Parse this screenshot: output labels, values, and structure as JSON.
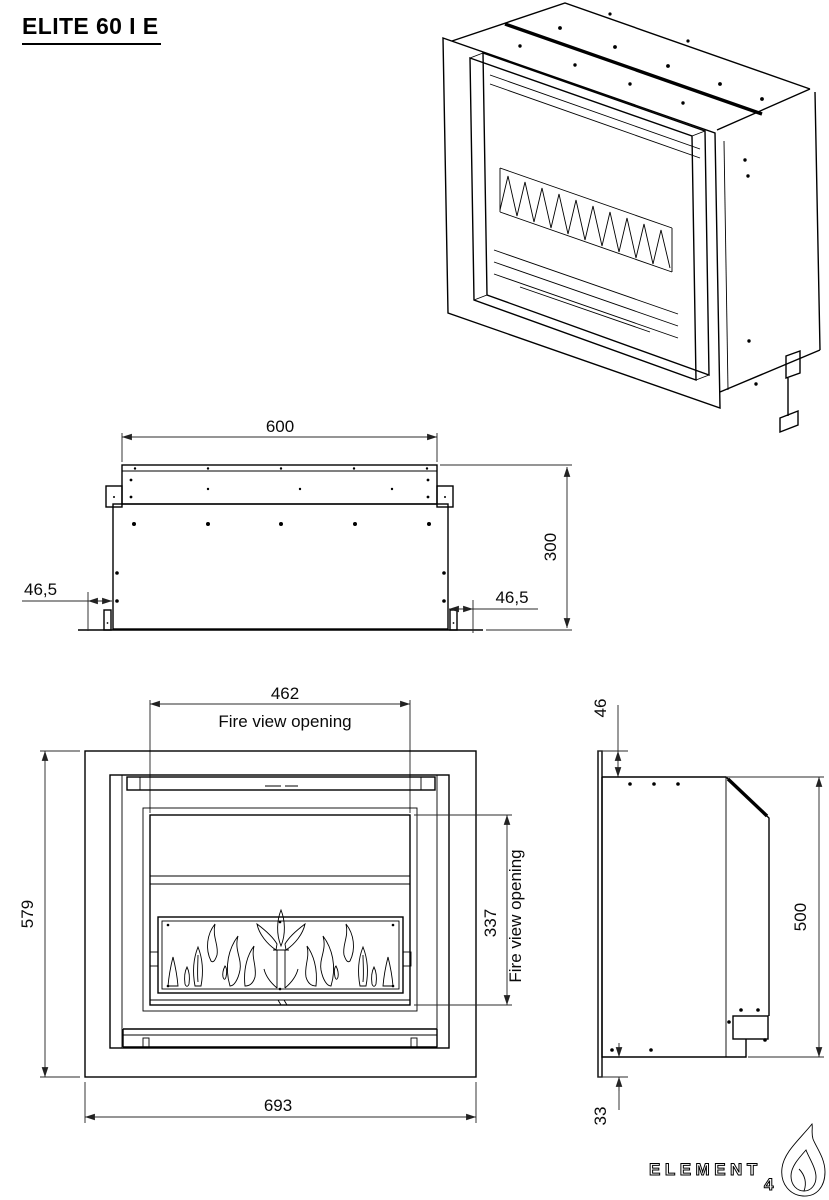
{
  "title": "ELITE 60 I E",
  "views": {
    "top": {
      "width_mm": "600",
      "depth_mm": "300",
      "side_offset_left": "46,5",
      "side_offset_right": "46,5"
    },
    "front": {
      "fire_view_width": "462",
      "fire_view_width_label": "Fire view opening",
      "overall_height": "579",
      "overall_width": "693",
      "fire_view_height": "337",
      "fire_view_height_label": "Fire view opening"
    },
    "side": {
      "top_recess": "46",
      "body_height": "500",
      "bottom_recess": "33"
    }
  },
  "logo": {
    "brand": "ELEMENT",
    "digit": "4"
  },
  "colors": {
    "background": "#ffffff",
    "line": "#000000",
    "dimension": "#2b2b2b"
  }
}
